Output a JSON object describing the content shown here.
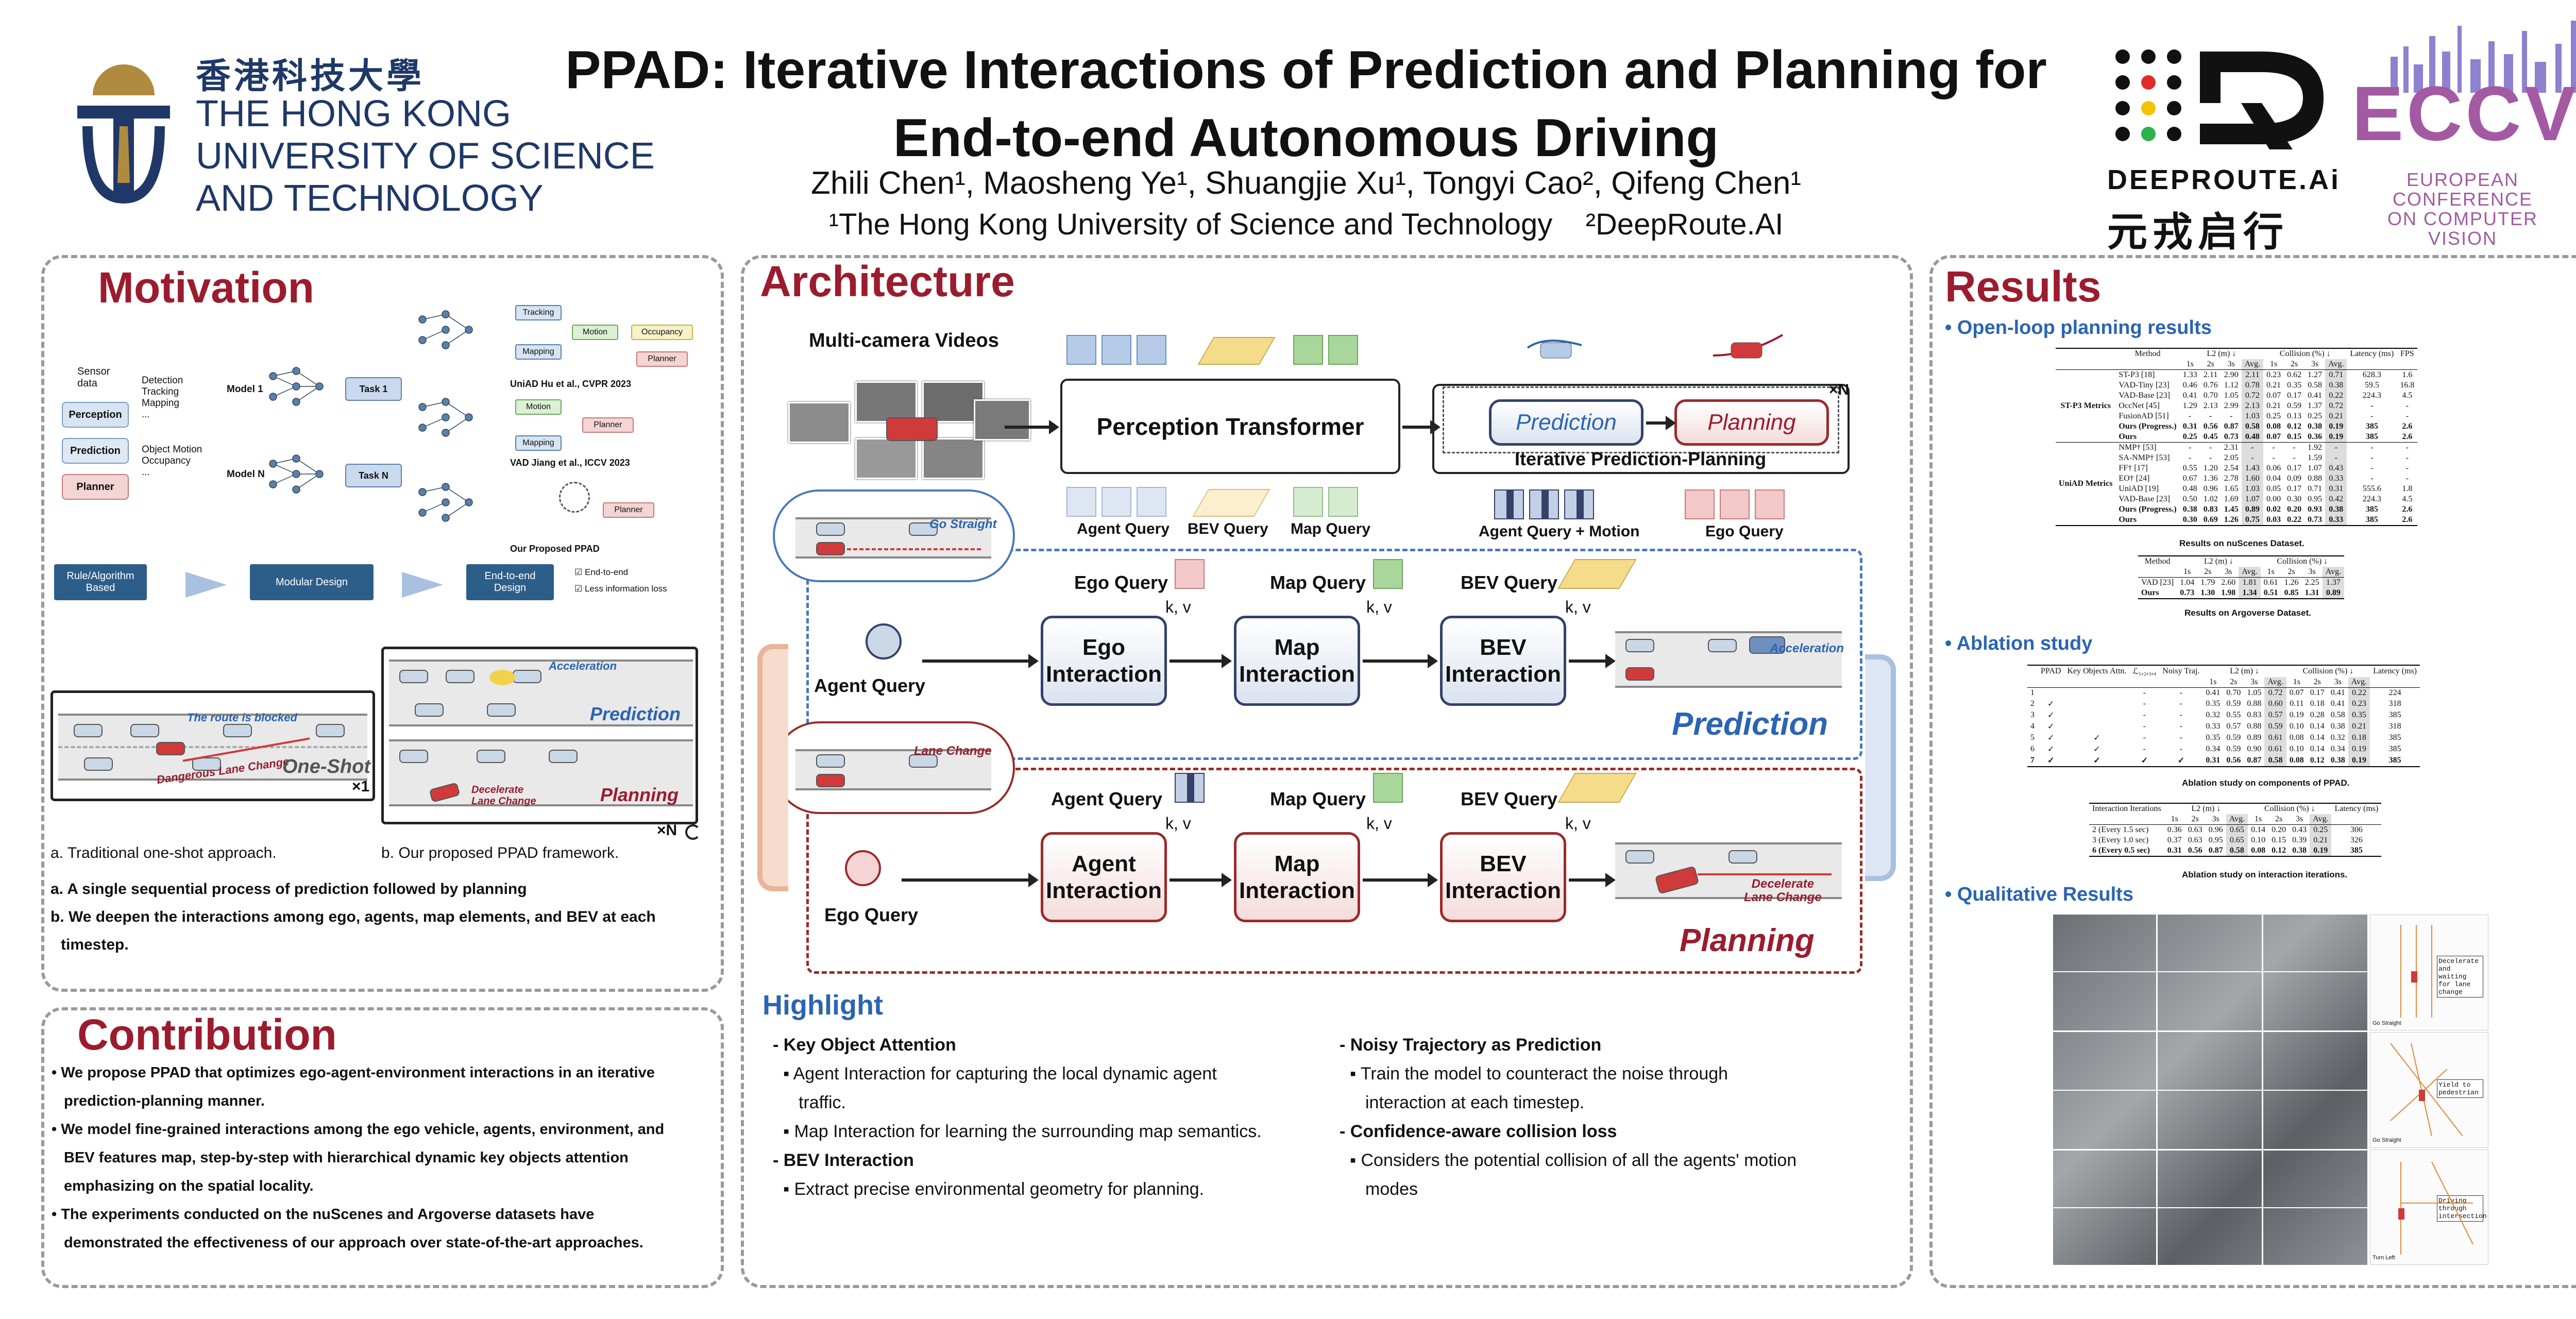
{
  "header": {
    "hkust_cn": "香港科技大學",
    "hkust_en": [
      "THE HONG KONG",
      "UNIVERSITY OF SCIENCE",
      "AND TECHNOLOGY"
    ],
    "title_line1": "PPAD: Iterative Interactions of Prediction and Planning for",
    "title_line2": "End-to-end Autonomous Driving",
    "authors": "Zhili Chen¹, Maosheng Ye¹, Shuangjie Xu¹, Tongyi Cao², Qifeng Chen¹",
    "affiliations": "¹The Hong Kong University of Science and Technology    ²DeepRoute.AI",
    "deeproute": "DEEPROUTE.Ai",
    "deeproute_cn": "元戎启行",
    "eccv": "ECCV",
    "eccv_sub": [
      "EUROPEAN",
      "CONFERENCE",
      "ON COMPUTER",
      "VISION"
    ]
  },
  "motivation": {
    "title": "Motivation",
    "sensor": "Sensor data",
    "perception": "Perception",
    "prediction": "Prediction",
    "planner": "Planner",
    "detection": [
      "Detection",
      "Tracking",
      "Mapping",
      "..."
    ],
    "object_motion": [
      "Object Motion",
      "Occupancy",
      "..."
    ],
    "model1": "Model 1",
    "modelN": "Model N",
    "task1": "Task 1",
    "taskN": "Task N",
    "uniad_tags": [
      "Tracking",
      "Motion",
      "Occupancy",
      "Mapping",
      "Planner"
    ],
    "uniad_cite": "UniAD Hu et al., CVPR 2023",
    "vad_tags": [
      "Motion",
      "Planner",
      "Mapping"
    ],
    "vad_cite": "VAD Jiang et al., ICCV 2023",
    "ppad_cite": "Our Proposed PPAD",
    "pipeline": [
      "Rule/Algorithm Based",
      "Modular Design",
      "End-to-end Design"
    ],
    "checks": [
      "End-to-end",
      "Less information loss"
    ],
    "route_blocked": "The route is blocked",
    "dangerous": "Dangerous Lane Change",
    "one_shot": "One-Shot",
    "x1": "×1",
    "acceleration": "Acceleration",
    "prediction_lbl": "Prediction",
    "planning_lbl": "Planning",
    "decelerate": "Decelerate Lane Change",
    "xN": "×N",
    "caption_a": "a.  Traditional one-shot approach.",
    "caption_b": "b. Our proposed PPAD framework.",
    "point_a": "a. A single sequential process of prediction followed by planning",
    "point_b1": "b. We deepen the interactions among ego, agents, map elements, and BEV at each",
    "point_b2": "timestep."
  },
  "contribution": {
    "title": "Contribution",
    "lines": [
      "• We propose PPAD that optimizes ego-agent-environment interactions in an iterative",
      "prediction-planning manner.",
      "• We model fine-grained interactions among the ego vehicle, agents, environment, and",
      "BEV features map, step-by-step with hierarchical dynamic key objects attention",
      "emphasizing on the spatial locality.",
      "• The experiments conducted on the nuScenes and Argoverse datasets have",
      "demonstrated the effectiveness of our approach over state-of-the-art approaches."
    ]
  },
  "architecture": {
    "title": "Architecture",
    "videos": "Multi-camera Videos",
    "perception_transformer": "Perception Transformer",
    "prediction": "Prediction",
    "planning": "Planning",
    "xN": "×N",
    "ipp": "Iterative Prediction-Planning",
    "agent_query": "Agent Query",
    "bev_query": "BEV Query",
    "map_query": "Map Query",
    "agent_motion": "Agent Query + Motion",
    "ego_query": "Ego Query",
    "go_straight": "Go Straight",
    "lane_change": "Lane Change",
    "kv": "k, v",
    "ego_interaction": [
      "Ego",
      "Interaction"
    ],
    "map_interaction": [
      "Map",
      "Interaction"
    ],
    "bev_interaction": [
      "BEV",
      "Interaction"
    ],
    "agent_interaction": [
      "Agent",
      "Interaction"
    ],
    "acceleration": "Acceleration",
    "prediction_big": "Prediction",
    "planning_big": "Planning",
    "decelerate": [
      "Decelerate",
      "Lane Change"
    ]
  },
  "highlight": {
    "title": "Highlight",
    "left": [
      {
        "kind": "head",
        "text": "-  Key Object Attention"
      },
      {
        "kind": "item",
        "text": "▪  Agent Interaction for capturing the local dynamic agent"
      },
      {
        "kind": "cont",
        "text": "traffic."
      },
      {
        "kind": "item",
        "text": "▪  Map Interaction for learning the surrounding map semantics."
      },
      {
        "kind": "head",
        "text": "-  BEV Interaction"
      },
      {
        "kind": "item",
        "text": "▪  Extract precise environmental geometry for planning."
      }
    ],
    "right": [
      {
        "kind": "head",
        "text": "-  Noisy Trajectory as Prediction"
      },
      {
        "kind": "item",
        "text": "▪  Train the model to counteract the noise through"
      },
      {
        "kind": "cont",
        "text": "interaction at each timestep."
      },
      {
        "kind": "head",
        "text": "-  Confidence-aware collision loss"
      },
      {
        "kind": "item",
        "text": "▪  Considers the potential collision of all the agents' motion"
      },
      {
        "kind": "cont",
        "text": "modes"
      }
    ]
  },
  "results": {
    "title": "Results",
    "open_loop": "•  Open-loop planning results",
    "ablation": "•  Ablation study",
    "qualitative": "•  Qualitative Results",
    "nusc_caption": "Results on nuScenes Dataset.",
    "argo_caption": "Results on Argoverse Dataset.",
    "abl1_caption": "Ablation study on components of PPAD.",
    "abl2_caption": "Ablation study on  interaction iterations.",
    "nusc_headers": [
      "Method",
      "L2 (m) ↓",
      "Collision (%) ↓",
      "Latency (ms)",
      "FPS"
    ],
    "nusc_sub": [
      "1s",
      "2s",
      "3s",
      "Avg.",
      "1s",
      "2s",
      "3s",
      "Avg."
    ],
    "stp3_label": "ST-P3 Metrics",
    "uniad_label": "UniAD Metrics",
    "nusc_rows_a": [
      [
        "ST-P3 [18]",
        "1.33",
        "2.11",
        "2.90",
        "2.11",
        "0.23",
        "0.62",
        "1.27",
        "0.71",
        "628.3",
        "1.6"
      ],
      [
        "VAD-Tiny [23]",
        "0.46",
        "0.76",
        "1.12",
        "0.78",
        "0.21",
        "0.35",
        "0.58",
        "0.38",
        "59.5",
        "16.8"
      ],
      [
        "VAD-Base [23]",
        "0.41",
        "0.70",
        "1.05",
        "0.72",
        "0.07",
        "0.17",
        "0.41",
        "0.22",
        "224.3",
        "4.5"
      ],
      [
        "OccNet [45]",
        "1.29",
        "2.13",
        "2.99",
        "2.13",
        "0.21",
        "0.59",
        "1.37",
        "0.72",
        "-",
        "-"
      ],
      [
        "FusionAD [51]",
        "-",
        "-",
        "-",
        "1.03",
        "0.25",
        "0.13",
        "0.25",
        "0.21",
        "-",
        "-"
      ],
      [
        "Ours (Progress.)",
        "0.31",
        "0.56",
        "0.87",
        "0.58",
        "0.08",
        "0.12",
        "0.38",
        "0.19",
        "385",
        "2.6"
      ],
      [
        "Ours",
        "0.25",
        "0.45",
        "0.73",
        "0.48",
        "0.07",
        "0.15",
        "0.36",
        "0.19",
        "385",
        "2.6"
      ]
    ],
    "nusc_rows_b": [
      [
        "NMP† [53]",
        "-",
        "-",
        "2.31",
        "-",
        "-",
        "-",
        "1.92",
        "-",
        "-",
        "-"
      ],
      [
        "SA-NMP† [53]",
        "-",
        "-",
        "2.05",
        "-",
        "-",
        "-",
        "1.59",
        "-",
        "-",
        "-"
      ],
      [
        "FF† [17]",
        "0.55",
        "1.20",
        "2.54",
        "1.43",
        "0.06",
        "0.17",
        "1.07",
        "0.43",
        "-",
        "-"
      ],
      [
        "EO† [24]",
        "0.67",
        "1.36",
        "2.78",
        "1.60",
        "0.04",
        "0.09",
        "0.88",
        "0.33",
        "-",
        "-"
      ],
      [
        "UniAD [19]",
        "0.48",
        "0.96",
        "1.65",
        "1.03",
        "0.05",
        "0.17",
        "0.71",
        "0.31",
        "555.6",
        "1.8"
      ],
      [
        "VAD-Base [23]",
        "0.50",
        "1.02",
        "1.69",
        "1.07",
        "0.00",
        "0.30",
        "0.95",
        "0.42",
        "224.3",
        "4.5"
      ],
      [
        "Ours (Progress.)",
        "0.38",
        "0.83",
        "1.45",
        "0.89",
        "0.02",
        "0.20",
        "0.93",
        "0.38",
        "385",
        "2.6"
      ],
      [
        "Ours",
        "0.30",
        "0.69",
        "1.26",
        "0.75",
        "0.03",
        "0.22",
        "0.73",
        "0.33",
        "385",
        "2.6"
      ]
    ],
    "argo_headers": [
      "Method",
      "L2 (m) ↓",
      "Collision (%) ↓"
    ],
    "argo_sub": [
      "1s",
      "2s",
      "3s",
      "Avg.",
      "1s",
      "2s",
      "3s",
      "Avg."
    ],
    "argo_rows": [
      [
        "VAD [23]",
        "1.04",
        "1.79",
        "2.60",
        "1.81",
        "0.61",
        "1.26",
        "2.25",
        "1.37"
      ],
      [
        "Ours",
        "0.73",
        "1.30",
        "1.98",
        "1.34",
        "0.51",
        "0.85",
        "1.31",
        "0.89"
      ]
    ],
    "abl1_headers": [
      "PPAD",
      "Key Objects Attn.",
      "ℒ₁,₂,₃,₄",
      "Noisy Traj.",
      "L2 (m) ↓",
      "Collision (%) ↓",
      "Latency (ms)"
    ],
    "abl1_sub": [
      "1s",
      "2s",
      "3s",
      "Avg.",
      "1s",
      "2s",
      "3s",
      "Avg."
    ],
    "abl1_rows": [
      [
        "1",
        "",
        "",
        "-",
        "-",
        "0.41",
        "0.70",
        "1.05",
        "0.72",
        "0.07",
        "0.17",
        "0.41",
        "0.22",
        "224"
      ],
      [
        "2",
        "✓",
        "",
        "-",
        "-",
        "0.35",
        "0.59",
        "0.88",
        "0.60",
        "0.11",
        "0.18",
        "0.41",
        "0.23",
        "318"
      ],
      [
        "3",
        "✓",
        "",
        "-",
        "-",
        "0.32",
        "0.55",
        "0.83",
        "0.57",
        "0.19",
        "0.28",
        "0.58",
        "0.35",
        "385"
      ],
      [
        "4",
        "✓",
        "",
        "-",
        "-",
        "0.33",
        "0.57",
        "0.88",
        "0.59",
        "0.10",
        "0.14",
        "0.38",
        "0.21",
        "318"
      ],
      [
        "5",
        "✓",
        "✓",
        "-",
        "-",
        "0.35",
        "0.59",
        "0.89",
        "0.61",
        "0.08",
        "0.14",
        "0.32",
        "0.18",
        "385"
      ],
      [
        "6",
        "✓",
        "✓",
        "-",
        "-",
        "0.34",
        "0.59",
        "0.90",
        "0.61",
        "0.10",
        "0.14",
        "0.34",
        "0.19",
        "385"
      ],
      [
        "7",
        "✓",
        "✓",
        "✓",
        "✓",
        "0.31",
        "0.56",
        "0.87",
        "0.58",
        "0.08",
        "0.12",
        "0.38",
        "0.19",
        "385"
      ]
    ],
    "abl2_headers": [
      "Interaction Iterations",
      "L2 (m) ↓",
      "Collision (%) ↓",
      "Latency (ms)"
    ],
    "abl2_sub": [
      "1s",
      "2s",
      "3s",
      "Avg.",
      "1s",
      "2s",
      "3s",
      "Avg."
    ],
    "abl2_rows": [
      [
        "2  (Every 1.5 sec)",
        "0.36",
        "0.63",
        "0.96",
        "0.65",
        "0.14",
        "0.20",
        "0.43",
        "0.25",
        "306"
      ],
      [
        "3  (Every 1.0 sec)",
        "0.37",
        "0.63",
        "0.95",
        "0.65",
        "0.10",
        "0.15",
        "0.39",
        "0.21",
        "326"
      ],
      [
        "6  (Every 0.5 sec)",
        "0.31",
        "0.56",
        "0.87",
        "0.58",
        "0.08",
        "0.12",
        "0.38",
        "0.19",
        "385"
      ]
    ],
    "qual_notes": [
      "Decelerate and waiting for lane change",
      "Yield to pedestrian",
      "Driving through intersection"
    ],
    "qual_tags": [
      "Go Straight",
      "Go Straight",
      "Turn Left"
    ]
  }
}
